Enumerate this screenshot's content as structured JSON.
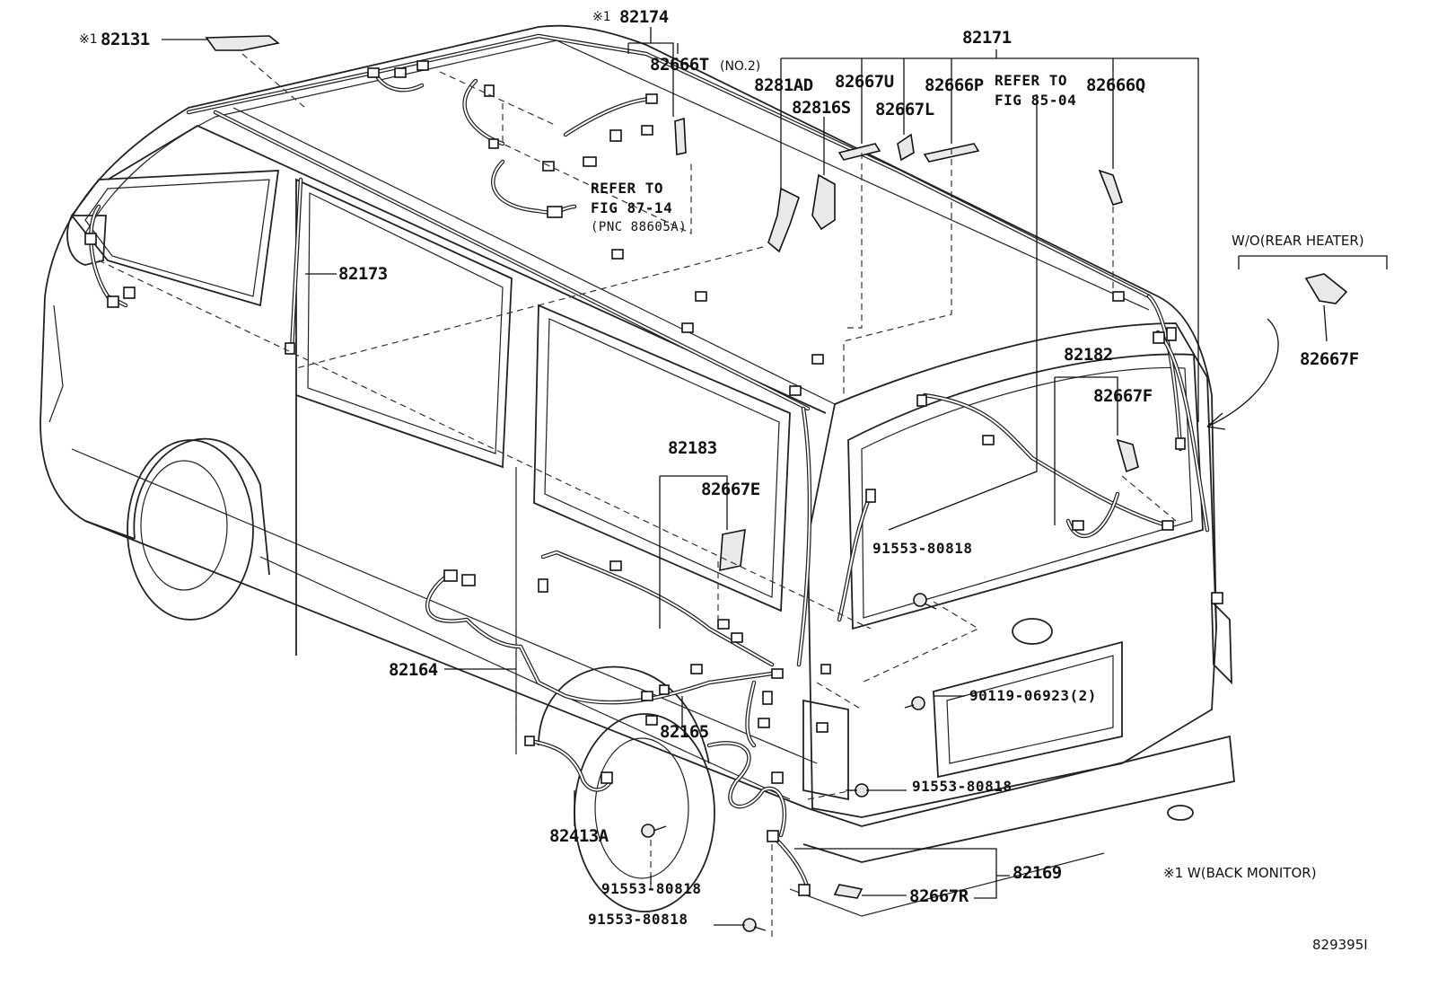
{
  "diagram": {
    "title": "",
    "part_labels": {
      "p82131": "82131",
      "p82131_mark": "※1",
      "p82174": "82174",
      "p82174_mark": "※1",
      "p82666T": "82666T",
      "p82666T_note": "(NO.2)",
      "p82171": "82171",
      "p8281AD": "8281AD",
      "p82667U": "82667U",
      "p82666P": "82666P",
      "p82816S": "82816S",
      "p82667L": "82667L",
      "p82666Q": "82666Q",
      "p82173": "82173",
      "p82182": "82182",
      "p82667F_a": "82667F",
      "p82667F_b": "82667F",
      "p82183": "82183",
      "p82667E": "82667E",
      "p82164": "82164",
      "p82165": "82165",
      "p82413A": "82413A",
      "p82169": "82169",
      "p82667R": "82667R",
      "p91553_a": "91553-80818",
      "p91553_b": "91553-80818",
      "p91553_c": "91553-80818",
      "p91553_d": "91553-80818",
      "p90119": "90119-06923(2)"
    },
    "references": {
      "ref1_line1": "REFER TO",
      "ref1_line2": "FIG 87-14",
      "ref1_line3": "(PNC 88605A)",
      "ref2_line1": "REFER TO",
      "ref2_line2": "FIG 85-04"
    },
    "notes": {
      "rear_heater": "W/O(REAR HEATER)",
      "back_monitor": "※1 W(BACK MONITOR)",
      "figure_id": "829395I"
    }
  }
}
